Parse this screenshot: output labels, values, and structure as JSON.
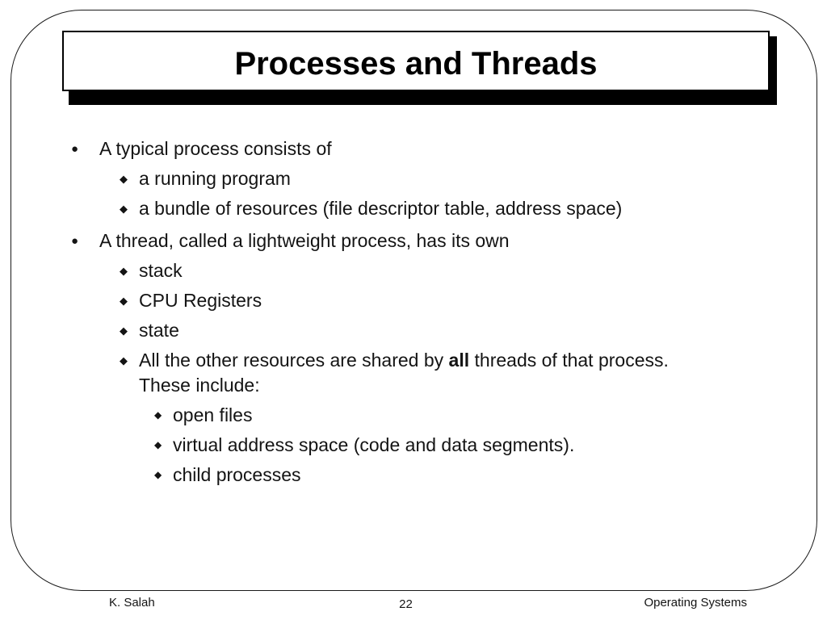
{
  "slide": {
    "title": "Processes and Threads",
    "bullet_glyphs": {
      "level1": "●",
      "level2": "◆",
      "level3": "◆"
    },
    "items": [
      {
        "level": 1,
        "text": "A typical process consists of"
      },
      {
        "level": 2,
        "text": "a running program"
      },
      {
        "level": 2,
        "text": "a bundle of resources (file descriptor table, address space)"
      },
      {
        "level": 1,
        "text": "A thread, called a lightweight process, has its own"
      },
      {
        "level": 2,
        "text": "stack"
      },
      {
        "level": 2,
        "text": "CPU Registers"
      },
      {
        "level": 2,
        "text": "state"
      },
      {
        "level": 2,
        "text_pre": "All the other resources are shared by ",
        "text_bold": "all",
        "text_post": " threads of that process.",
        "text_line2": "These include:"
      },
      {
        "level": 3,
        "text": "open files"
      },
      {
        "level": 3,
        "text": "virtual address space (code and data segments)."
      },
      {
        "level": 3,
        "text": "child processes"
      }
    ],
    "footer": {
      "author": "K. Salah",
      "page_number": "22",
      "course": "Operating Systems"
    },
    "colors": {
      "background": "#ffffff",
      "text": "#141414",
      "border": "#000000",
      "title_shadow": "#000000"
    }
  }
}
